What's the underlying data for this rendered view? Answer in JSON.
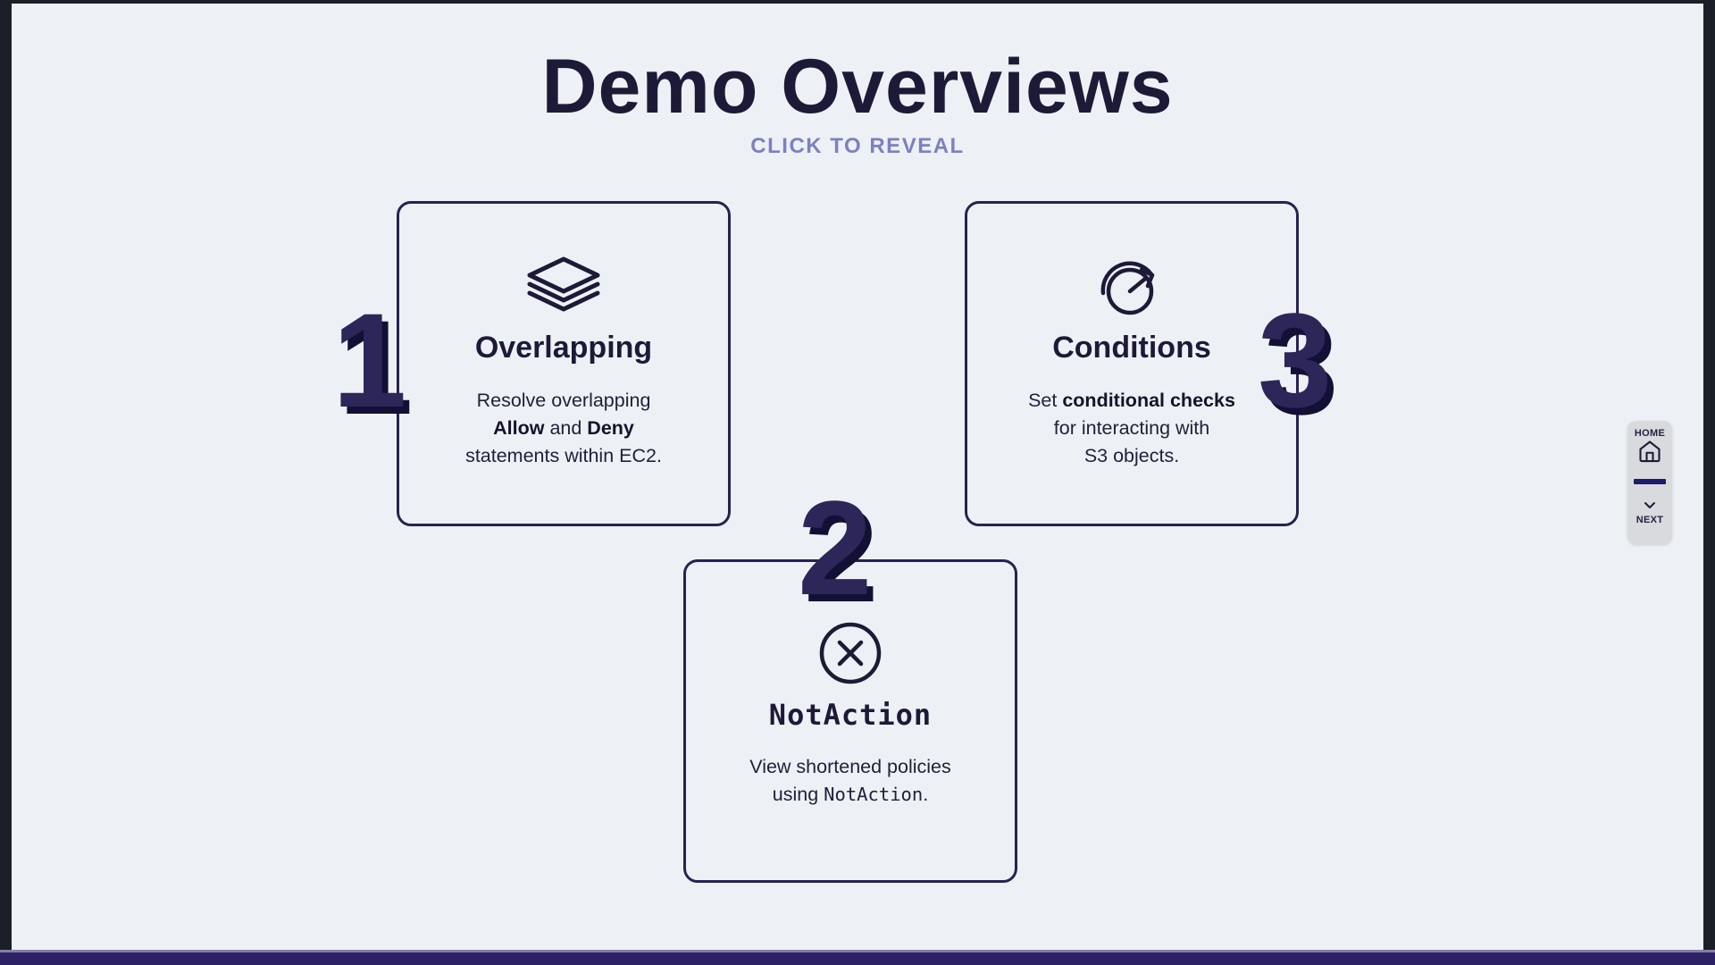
{
  "page": {
    "title": "Demo Overviews",
    "subtitle": "CLICK TO REVEAL"
  },
  "cards": [
    {
      "number": "1",
      "icon": "layers-icon",
      "title": "Overlapping",
      "body": {
        "line1": "Resolve overlapping",
        "line2_bold1": "Allow",
        "line2_mid": " and ",
        "line2_bold2": "Deny",
        "line3": "statements within EC2."
      }
    },
    {
      "number": "2",
      "icon": "x-circle-icon",
      "title": "NotAction",
      "body": {
        "line1": "View shortened policies",
        "line2_pre": "using ",
        "line2_code": "NotAction",
        "line2_post": "."
      }
    },
    {
      "number": "3",
      "icon": "dial-rotate-icon",
      "title": "Conditions",
      "body": {
        "line1_pre": "Set ",
        "line1_bold": "conditional checks",
        "line2": "for interacting with",
        "line3": "S3 objects."
      }
    }
  ],
  "nav": {
    "home_label": "HOME",
    "home_icon": "home-icon",
    "chevron_icon": "chevron-down-icon",
    "next_label": "NEXT"
  },
  "colors": {
    "background": "#edf1f5",
    "frame": "#1b1f28",
    "bottom_bar": "#2b2163",
    "heading": "#1d1a38",
    "subtitle": "#7c80bf",
    "card_border": "#272252",
    "number": "#2c2659",
    "number_shadow": "#131036",
    "nav_pill": "#d8dade",
    "nav_rule": "#1d1b6b"
  }
}
